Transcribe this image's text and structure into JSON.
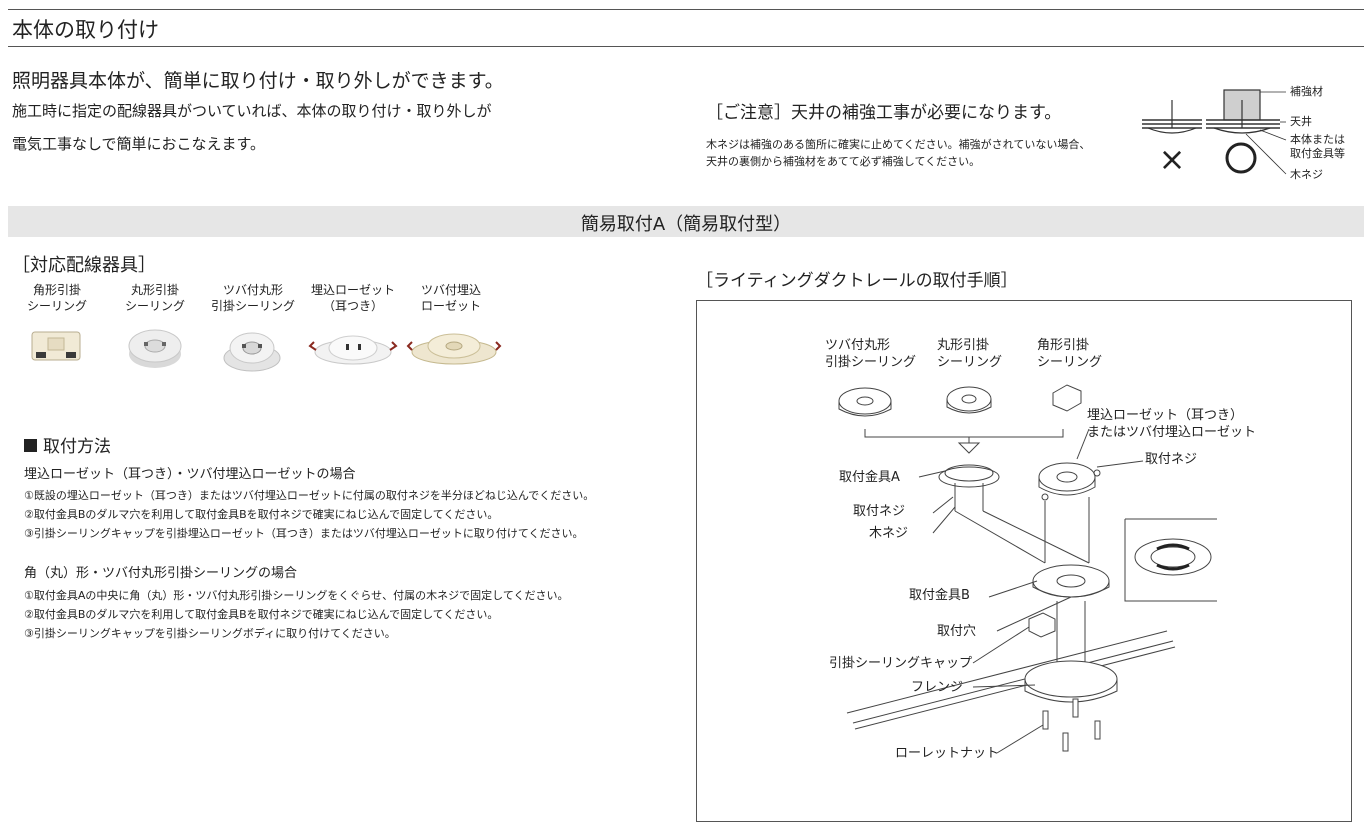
{
  "section_title": "本体の取り付け",
  "lead": "照明器具本体が、簡単に取り付け・取り外しができます。",
  "intro": [
    "施工時に指定の配線器具がついていれば、本体の取り付け・取り外しが",
    "電気工事なしで簡単におこなえます。"
  ],
  "caution": {
    "title": "［ご注意］天井の補強工事が必要になります。",
    "text": [
      "木ネジは補強のある箇所に確実に止めてください。補強がされていない場合、",
      "天井の裏側から補強材をあてて必ず補強してください。"
    ],
    "figure_labels": {
      "reinforcement": "補強材",
      "ceiling": "天井",
      "body": [
        "本体または",
        "取付金具等"
      ],
      "wood_screw": "木ネジ",
      "ng_mark": "×",
      "ok_mark": "○"
    }
  },
  "banner_title": "簡易取付A（簡易取付型）",
  "compatible": {
    "title": "［対応配線器具］",
    "devices": [
      {
        "line1": "角形引掛",
        "line2": "シーリング",
        "icon": "square-ceiling-outlet-icon"
      },
      {
        "line1": "丸形引掛",
        "line2": "シーリング",
        "icon": "round-ceiling-outlet-icon"
      },
      {
        "line1": "ツバ付丸形",
        "line2": "引掛シーリング",
        "icon": "flanged-round-ceiling-outlet-icon"
      },
      {
        "line1": "埋込ローゼット",
        "line2": "（耳つき）",
        "icon": "eared-rosette-icon"
      },
      {
        "line1": "ツバ付埋込",
        "line2": "ローゼット",
        "icon": "flanged-rosette-icon"
      }
    ]
  },
  "method": {
    "title": "取付方法",
    "cases": [
      {
        "title": "埋込ローゼット（耳つき）・ツバ付埋込ローゼットの場合",
        "steps": [
          "①既設の埋込ローゼット（耳つき）またはツバ付埋込ローゼットに付属の取付ネジを半分ほどねじ込んでください。",
          "②取付金具Bのダルマ穴を利用して取付金具Bを取付ネジで確実にねじ込んで固定してください。",
          "③引掛シーリングキャップを引掛埋込ローゼット（耳つき）またはツバ付埋込ローゼットに取り付けてください。"
        ]
      },
      {
        "title": "角（丸）形・ツバ付丸形引掛シーリングの場合",
        "steps": [
          "①取付金具Aの中央に角（丸）形・ツバ付丸形引掛シーリングをくぐらせ、付属の木ネジで固定してください。",
          "②取付金具Bのダルマ穴を利用して取付金具Bを取付ネジで確実にねじ込んで固定してください。",
          "③引掛シーリングキャップを引掛シーリングボディに取り付けてください。"
        ]
      }
    ]
  },
  "procedure": {
    "title": "［ライティングダクトレールの取付手順］",
    "labels": {
      "flanged_round_1": "ツバ付丸形",
      "flanged_round_2": "引掛シーリング",
      "round_1": "丸形引掛",
      "round_2": "シーリング",
      "square_1": "角形引掛",
      "square_2": "シーリング",
      "rosette_1": "埋込ローゼット（耳つき）",
      "rosette_2": "またはツバ付埋込ローゼット",
      "bracket_a": "取付金具A",
      "mount_screw_right": "取付ネジ",
      "mount_screw_left": "取付ネジ",
      "wood_screw": "木ネジ",
      "bracket_b": "取付金具B",
      "mount_hole": "取付穴",
      "cap": "引掛シーリングキャップ",
      "flange": "フレンジ",
      "knurled_nut": "ローレットナット"
    }
  }
}
